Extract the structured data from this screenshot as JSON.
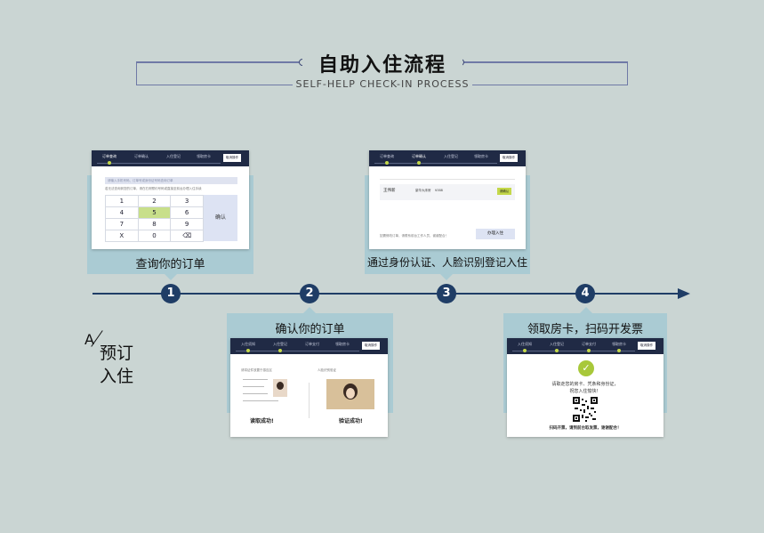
{
  "header": {
    "title": "自助入住流程",
    "subtitle": "SELF-HELP CHECK-IN PROCESS"
  },
  "side_label": {
    "letter": "A",
    "line1": "预订",
    "line2": "入住"
  },
  "steps": [
    {
      "number": "1",
      "caption": "查询你的订单"
    },
    {
      "number": "2",
      "caption": "确认你的订单"
    },
    {
      "number": "3",
      "caption": "通过身份认证、人脸识别登记入住"
    },
    {
      "number": "4",
      "caption": "领取房卡，扫码开发票"
    }
  ],
  "screen1": {
    "nav": [
      "订单查询",
      "订单确认",
      "入住登记",
      "领取房卡"
    ],
    "nav_button": "取消操作",
    "search_placeholder": "请输入手机号码、订单号或身份证号码查询订单",
    "hint": "若无法查询到您的订单，请在右侧预约号码或直接至前台办理入住手续",
    "keys": [
      "1",
      "2",
      "3",
      "4",
      "5",
      "6",
      "7",
      "8",
      "9",
      "X",
      "0",
      "⌫"
    ],
    "highlight_key": "5",
    "confirm": "确认"
  },
  "screen2": {
    "nav": [
      "入住须知",
      "入住登记",
      "订单支付",
      "领取房卡"
    ],
    "nav_button": "取消操作",
    "left_title": "请将证件放置于感应区",
    "left_status": "读取成功!",
    "right_title": "人脸识别验证",
    "right_status": "验证成功!"
  },
  "screen3": {
    "nav": [
      "订单查询",
      "订单确认",
      "入住登记",
      "领取房卡"
    ],
    "nav_button": "取消操作",
    "guest_name": "王伟新",
    "room_type": "豪华大床房",
    "price": "¥388",
    "badge": "请确认",
    "note": "如需修改订单，请联系前台工作人员，谢谢配合！",
    "action": "办理入住"
  },
  "screen4": {
    "nav": [
      "入住须知",
      "入住登记",
      "订单支付",
      "领取房卡"
    ],
    "nav_button": "取消操作",
    "message_line1": "请取走您的房卡、凭条和身份证，",
    "message_line2": "祝您入住愉快！",
    "footer": "扫码开票，请到前台取发票，谢谢配合！"
  },
  "colors": {
    "background": "#cad5d3",
    "panel": "#aacbd3",
    "navy": "#1f3d66",
    "nav_bg": "#202a45",
    "accent_green": "#c4d84a"
  }
}
